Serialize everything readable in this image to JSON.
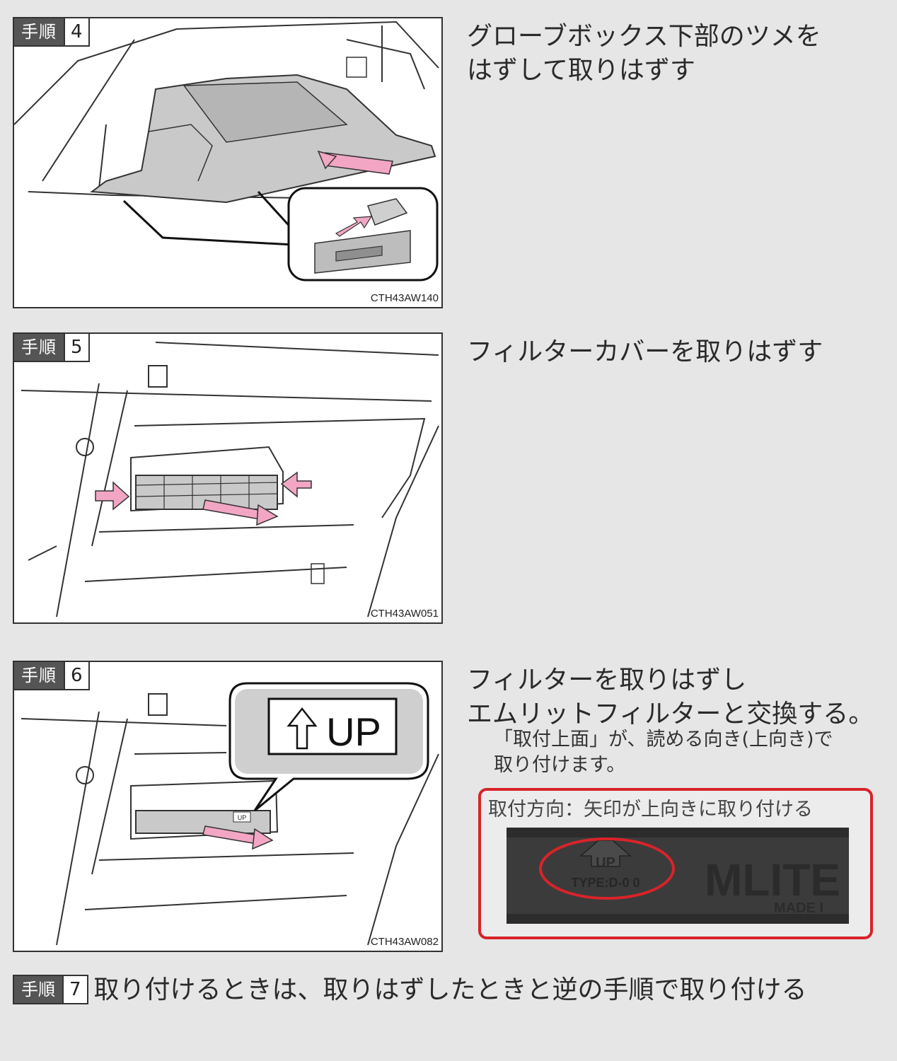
{
  "steps": [
    {
      "label": "手順",
      "number": "4",
      "code": "CTH43AW140",
      "text_lines": [
        "グローブボックス下部のツメを",
        "はずして取りはずす"
      ]
    },
    {
      "label": "手順",
      "number": "5",
      "code": "CTH43AW051",
      "text_lines": [
        "フィルターカバーを取りはずす"
      ]
    },
    {
      "label": "手順",
      "number": "6",
      "code": "CTH43AW082",
      "text_lines": [
        "フィルターを取りはずし",
        "エムリットフィルターと交換する。"
      ],
      "note_lines": [
        "「取付上面」が、読める向き(上向き)で",
        "取り付けます。"
      ],
      "callout_label": "UP",
      "small_label": "UP"
    },
    {
      "label": "手順",
      "number": "7",
      "text": "取り付けるときは、取りはずしたときと逆の手順で取り付ける"
    }
  ],
  "photo": {
    "caption": "取付方向：矢印が上向きに取り付ける",
    "embossed_up": "UP",
    "embossed_type": "TYPE:D-0 0",
    "embossed_brand": "MLITE",
    "embossed_made": "MADE I"
  },
  "colors": {
    "arrow": "#f2a6c4",
    "highlight": "#d8232a",
    "background": "#e6e6e6"
  }
}
